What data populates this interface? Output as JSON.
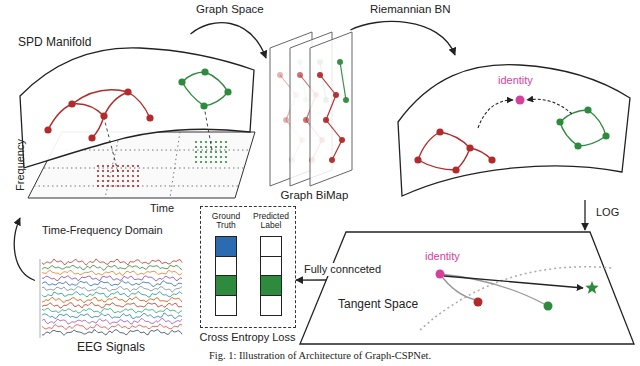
{
  "diagram": {
    "caption": "Fig. 1: Illustration of Architecture of Graph-CSPNet.",
    "nodes": [
      {
        "text": [
          "SPD Manifold"
        ]
      },
      {
        "text": [
          "Graph BiMap"
        ]
      },
      {
        "text": [
          "identity"
        ]
      },
      {
        "text": [
          "identity",
          "Tangent Space"
        ]
      },
      {
        "text": [
          "Cross Entropy Loss"
        ]
      },
      {
        "text": [
          "Ground Truth"
        ],
        "in": 4
      },
      {
        "text": [
          "Predicted Label"
        ],
        "in": 4
      },
      {
        "text": [
          "EEG Signals"
        ]
      }
    ],
    "edges": [
      {
        "from": 0,
        "to": 1,
        "arrow": "to",
        "label": "Graph Space"
      },
      {
        "from": 1,
        "to": 2,
        "arrow": "to",
        "label": "Riemannian BN"
      },
      {
        "from": 2,
        "to": 3,
        "arrow": "to",
        "label": "LOG"
      },
      {
        "from": 3,
        "to": 4,
        "arrow": "to",
        "label": "Fully connceted"
      },
      {
        "from": 7,
        "to": 0,
        "arrow": "to",
        "label": "Time-Frequency Domain"
      }
    ],
    "labels": [
      "Frequency",
      "Time"
    ]
  }
}
